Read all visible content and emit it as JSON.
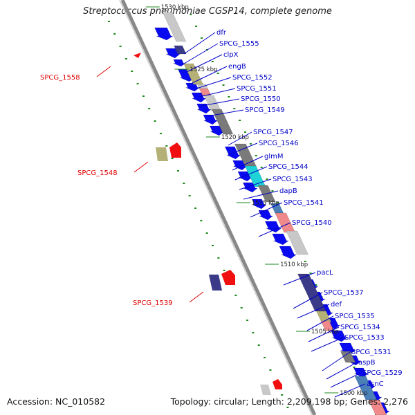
{
  "title": "Streptococcus pneumoniae CGSP14, complete genome",
  "accession": "Accession: NC_010582",
  "summary": "Topology: circular; Length: 2,209,198 bp; Genes: 2,276",
  "colors": {
    "forward_arrow": "#0a0af0",
    "olive": "#b5b076",
    "red": "#f01010",
    "gray": "#7a7a7a",
    "light_gray": "#c8c8c8",
    "cyan": "#1fd2d8",
    "pink": "#f08a8a",
    "steel_blue": "#4a7fb8",
    "navy": "#3a3a88",
    "label_blue": "#0000c8",
    "label_red": "#dd0000",
    "tick_green": "#1c8a1c"
  },
  "position_ticks": [
    "1530 kbp",
    "1525 kbp",
    "1520 kbp",
    "1515 kbp",
    "1510 kbp",
    "1505 kbp",
    "1500 kbp"
  ],
  "labels_right": [
    "dfr",
    "SPCG_1555",
    "clpX",
    "engB",
    "SPCG_1552",
    "SPCG_1551",
    "SPCG_1550",
    "SPCG_1549",
    "SPCG_1547",
    "SPCG_1546",
    "glmM",
    "SPCG_1544",
    "SPCG_1543",
    "dapB",
    "SPCG_1541",
    "SPCG_1540",
    "pacL",
    "SPCG_1537",
    "def",
    "SPCG_1535",
    "SPCG_1534",
    "SPCG_1533",
    "SPCG_1531",
    "aspB",
    "SPCG_1529",
    "asnC"
  ],
  "labels_left": [
    "SPCG_1558",
    "SPCG_1548",
    "SPCG_1539"
  ]
}
